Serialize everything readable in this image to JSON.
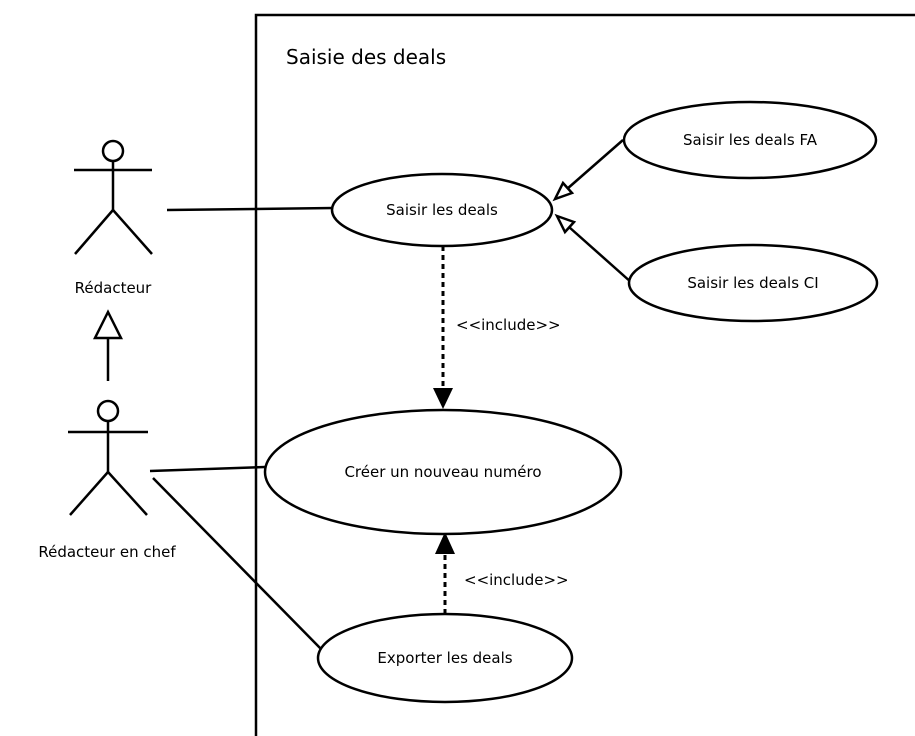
{
  "system": {
    "title": "Saisie des deals"
  },
  "actors": {
    "redacteur": "Rédacteur",
    "redacteur_chef": "Rédacteur en chef"
  },
  "use_cases": {
    "saisir": "Saisir les deals",
    "saisir_fa": "Saisir les deals FA",
    "saisir_ci": "Saisir les deals CI",
    "creer": "Créer un nouveau numéro",
    "exporter": "Exporter les deals"
  },
  "relations": {
    "include_1": "<<include>>",
    "include_2": "<<include>>"
  }
}
